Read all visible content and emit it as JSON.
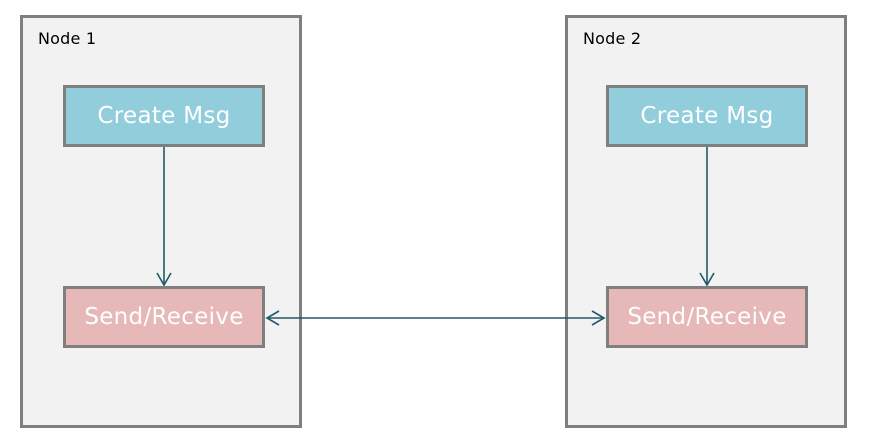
{
  "nodes": [
    {
      "title": "Node 1",
      "create_label": "Create Msg",
      "send_label": "Send/Receive"
    },
    {
      "title": "Node 2",
      "create_label": "Create Msg",
      "send_label": "Send/Receive"
    }
  ],
  "colors": {
    "container_fill": "#f2f2f2",
    "container_border": "#7f7f7f",
    "create_fill": "#92cddc",
    "send_fill": "#e6b9b8",
    "connector": "#215968",
    "box_text": "#ffffff"
  }
}
